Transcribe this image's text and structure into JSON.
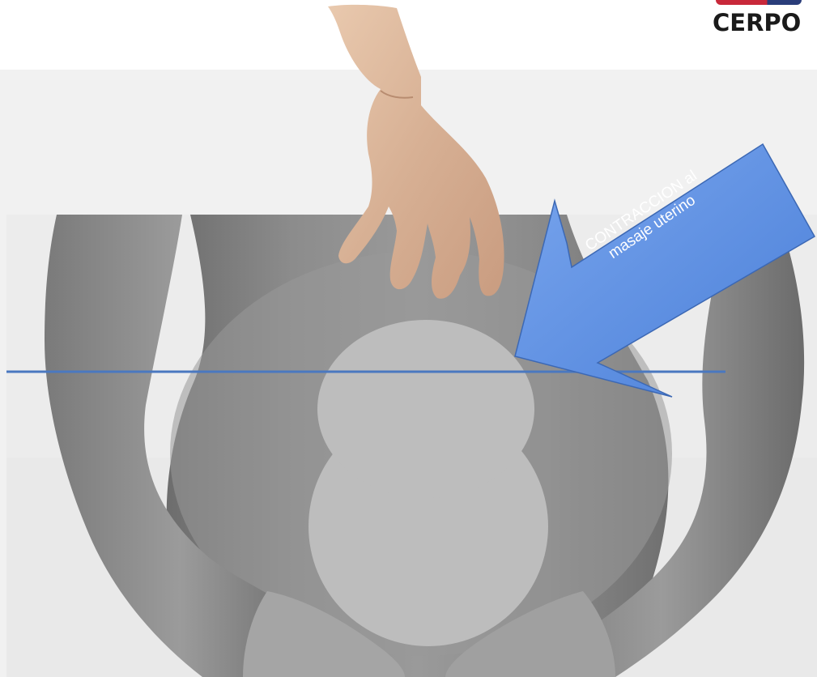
{
  "logo": {
    "text": "CERPO",
    "colors": [
      "#c8283a",
      "#2a3d7a"
    ]
  },
  "callout": {
    "line1": "CONTRACCION al",
    "line2": "masaje uterino",
    "fill": "#5b8fe6",
    "stroke": "#3c68b4"
  },
  "guide_line": {
    "color": "#4a78c0"
  },
  "uterus_shapes": {
    "color": "#bdbdbd"
  }
}
